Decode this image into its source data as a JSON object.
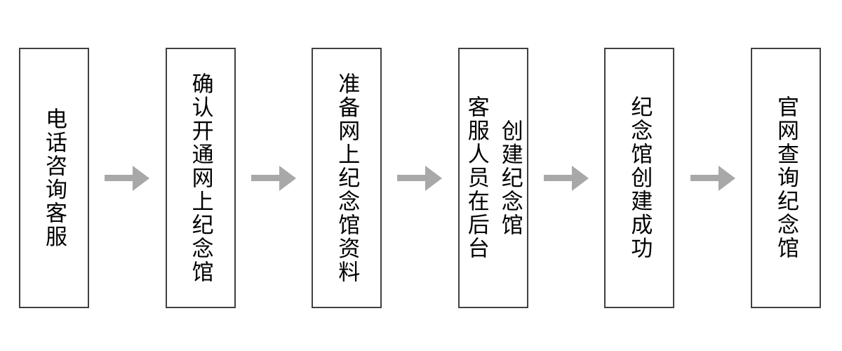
{
  "colors": {
    "background": "#ffffff",
    "box_border": "#404040",
    "arrow": "#a8a8a8",
    "text": "#000000"
  },
  "steps": [
    {
      "text": "电话咨询客服"
    },
    {
      "text": "确认开通网上纪念馆"
    },
    {
      "text": "准备网上纪念馆资料"
    },
    {
      "text": "客服人员在后台\n创建纪念馆"
    },
    {
      "text": "纪念馆创建成功"
    },
    {
      "text": "官网查询纪念馆"
    }
  ]
}
